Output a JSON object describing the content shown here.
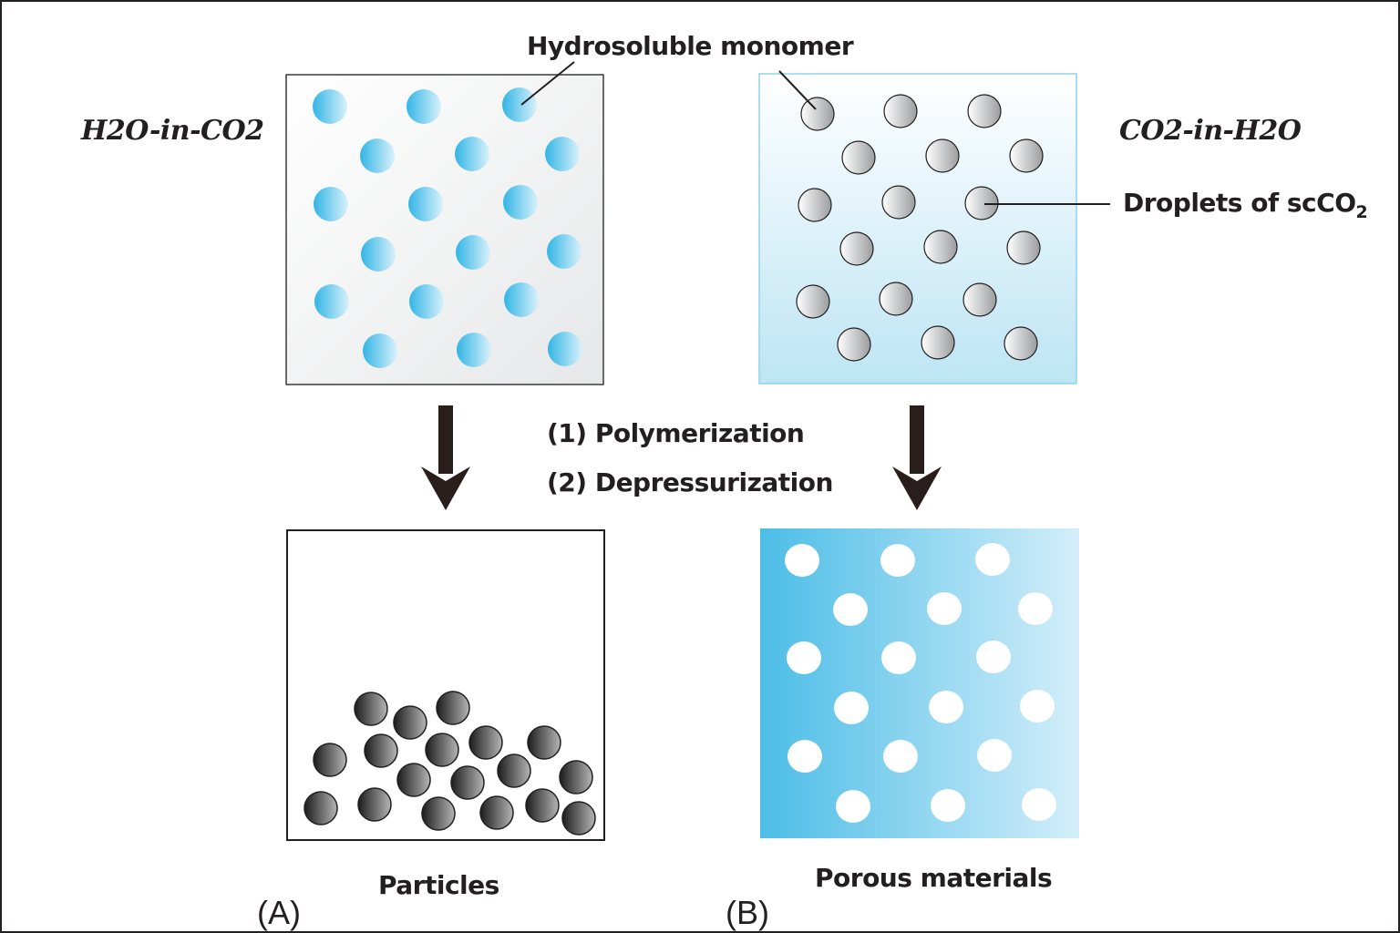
{
  "labels": {
    "monomer": "Hydrosoluble monomer",
    "left_system": "H2O-in-CO2",
    "right_system": "CO2-in-H2O",
    "droplets": "Droplets of scCO",
    "droplets_sub": "2",
    "step1": "(1) Polymerization",
    "step2": "(2) Depressurization",
    "particles": "Particles",
    "porous": "Porous materials",
    "panel_a": "(A)",
    "panel_b": "(B)"
  },
  "colors": {
    "outline": "#231f20",
    "blue_droplet": "#3cb9e6",
    "light_blue": "#b8e4f4",
    "grey_droplet": "#9a9c9e",
    "dark_particle": "#3a3a3a",
    "porous_gradient_start": "#4cbde7",
    "porous_gradient_end": "#d3eef9"
  }
}
